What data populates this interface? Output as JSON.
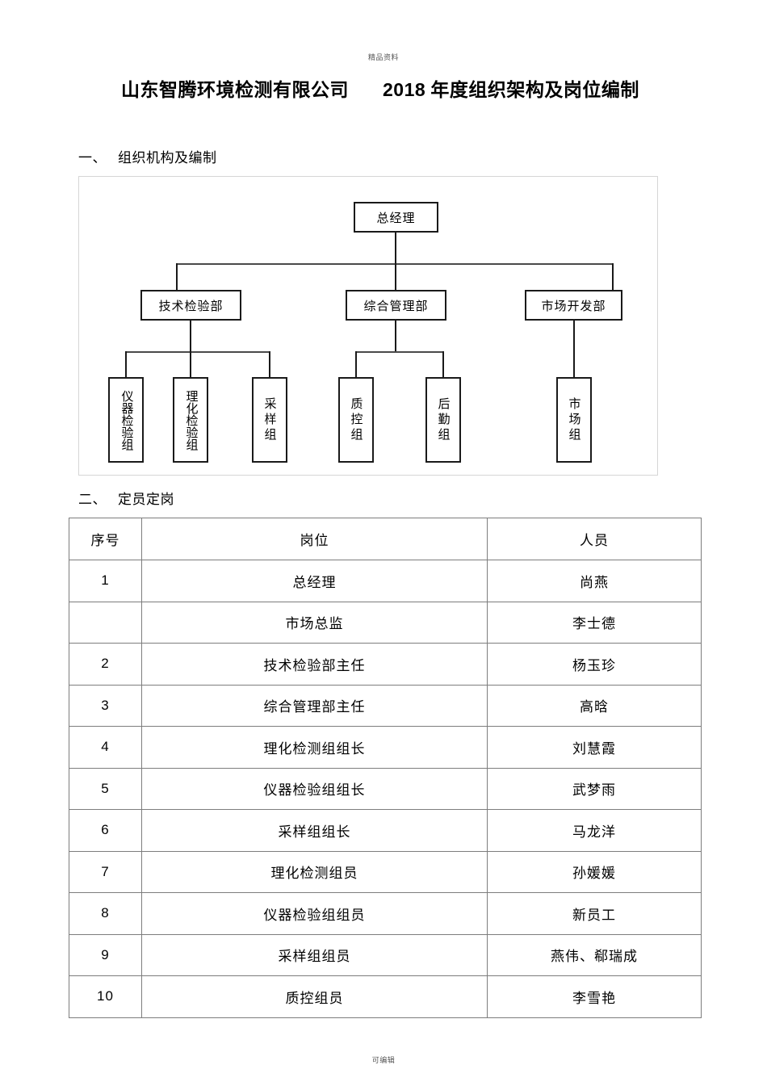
{
  "document": {
    "watermark_top": "精品资料",
    "watermark_bottom": "可编辑",
    "title_company": "山东智腾环境检测有限公司",
    "title_year": "2018",
    "title_rest": "年度组织架构及岗位编制"
  },
  "sections": [
    {
      "number": "一、",
      "title": "组织机构及编制"
    },
    {
      "number": "二、",
      "title": "定员定岗"
    }
  ],
  "org_chart": {
    "root": "总经理",
    "departments": [
      "技术检验部",
      "综合管理部",
      "市场开发部"
    ],
    "groups": {
      "technical": [
        "仪器检验组",
        "理化检验组",
        "采样组"
      ],
      "administrative": [
        "质控组",
        "后勤组"
      ],
      "market": [
        "市场组"
      ]
    }
  },
  "staff_table": {
    "headers": [
      "序号",
      "岗位",
      "人员"
    ],
    "rows": [
      {
        "no": "1",
        "position": "总经理",
        "person": "尚燕"
      },
      {
        "no": "",
        "position": "市场总监",
        "person": "李士德"
      },
      {
        "no": "2",
        "position": "技术检验部主任",
        "person": "杨玉珍"
      },
      {
        "no": "3",
        "position": "综合管理部主任",
        "person": "高晗"
      },
      {
        "no": "4",
        "position": "理化检测组组长",
        "person": "刘慧霞"
      },
      {
        "no": "5",
        "position": "仪器检验组组长",
        "person": "武梦雨"
      },
      {
        "no": "6",
        "position": "采样组组长",
        "person": "马龙洋"
      },
      {
        "no": "7",
        "position": "理化检测组员",
        "person": "孙媛媛"
      },
      {
        "no": "8",
        "position": "仪器检验组组员",
        "person": "新员工"
      },
      {
        "no": "9",
        "position": "采样组组员",
        "person": "燕伟、郗瑞成"
      },
      {
        "no": "10",
        "position": "质控组员",
        "person": "李雪艳"
      }
    ]
  }
}
